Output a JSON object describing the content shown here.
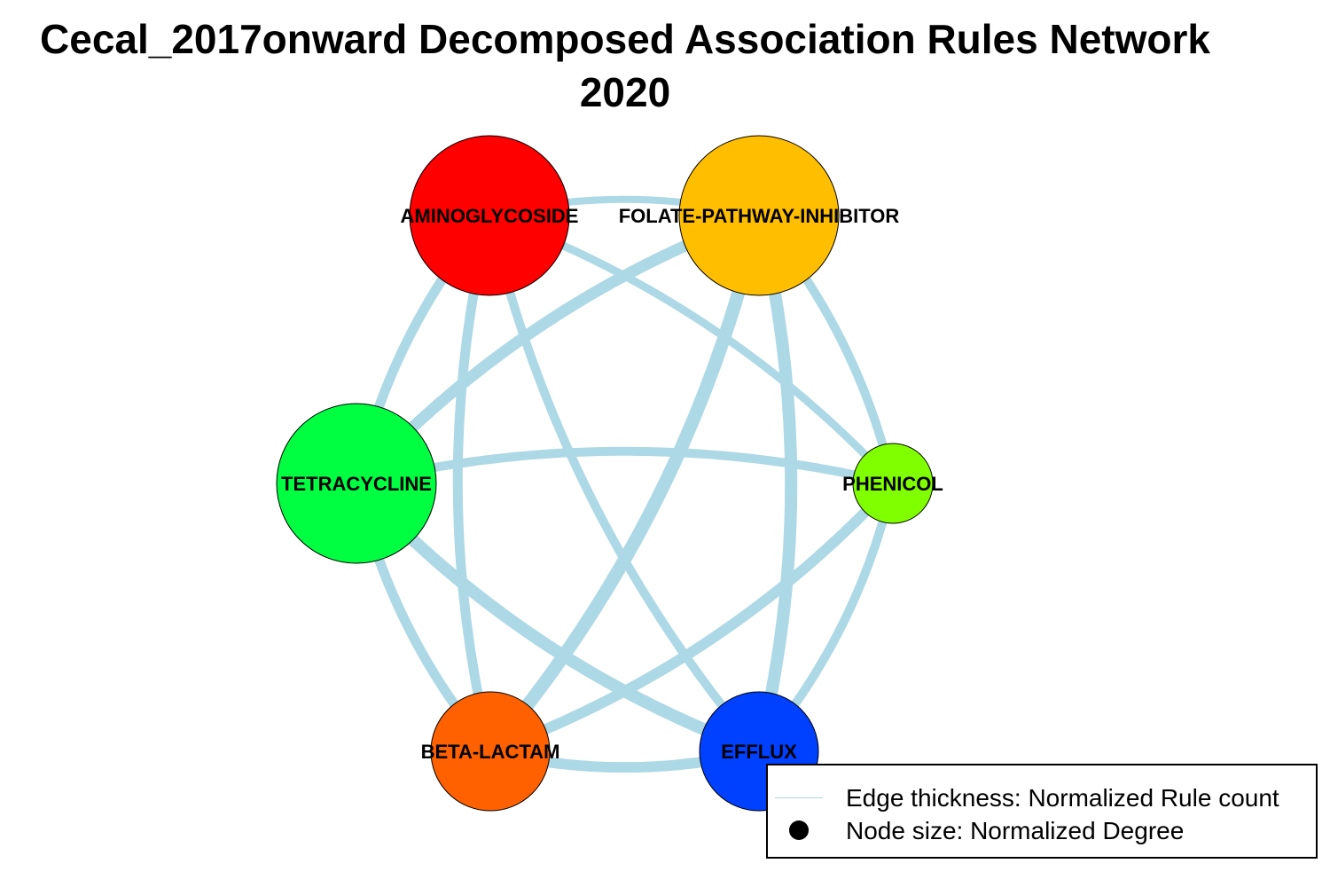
{
  "title_line1": "Cecal_2017onward Decomposed Association Rules Network",
  "title_line2": "2020",
  "nodes": [
    {
      "id": "AMINOGLYCOSIDE",
      "label": "AMINOGLYCOSIDE",
      "color": "#ff0000"
    },
    {
      "id": "FOLATE-PATHWAY-INHIBITOR",
      "label": "FOLATE-PATHWAY-INHIBITOR",
      "color": "#ffbf00"
    },
    {
      "id": "PHENICOL",
      "label": "PHENICOL",
      "color": "#80ff00"
    },
    {
      "id": "EFFLUX",
      "label": "EFFLUX",
      "color": "#0040ff"
    },
    {
      "id": "BETA-LACTAM",
      "label": "BETA-LACTAM",
      "color": "#ff6000"
    },
    {
      "id": "TETRACYCLINE",
      "label": "TETRACYCLINE",
      "color": "#00ff40"
    }
  ],
  "edges": [
    {
      "from": "AMINOGLYCOSIDE",
      "to": "FOLATE-PATHWAY-INHIBITOR"
    },
    {
      "from": "AMINOGLYCOSIDE",
      "to": "PHENICOL"
    },
    {
      "from": "AMINOGLYCOSIDE",
      "to": "EFFLUX"
    },
    {
      "from": "AMINOGLYCOSIDE",
      "to": "BETA-LACTAM"
    },
    {
      "from": "AMINOGLYCOSIDE",
      "to": "TETRACYCLINE"
    },
    {
      "from": "FOLATE-PATHWAY-INHIBITOR",
      "to": "PHENICOL"
    },
    {
      "from": "FOLATE-PATHWAY-INHIBITOR",
      "to": "EFFLUX"
    },
    {
      "from": "FOLATE-PATHWAY-INHIBITOR",
      "to": "BETA-LACTAM"
    },
    {
      "from": "FOLATE-PATHWAY-INHIBITOR",
      "to": "TETRACYCLINE"
    },
    {
      "from": "PHENICOL",
      "to": "EFFLUX"
    },
    {
      "from": "PHENICOL",
      "to": "BETA-LACTAM"
    },
    {
      "from": "PHENICOL",
      "to": "TETRACYCLINE"
    },
    {
      "from": "EFFLUX",
      "to": "BETA-LACTAM"
    },
    {
      "from": "EFFLUX",
      "to": "TETRACYCLINE"
    },
    {
      "from": "BETA-LACTAM",
      "to": "TETRACYCLINE"
    }
  ],
  "edge_color": "#add8e6",
  "legend": {
    "edge_text": "Edge thickness: Normalized Rule count",
    "node_text": "Node size: Normalized Degree"
  }
}
